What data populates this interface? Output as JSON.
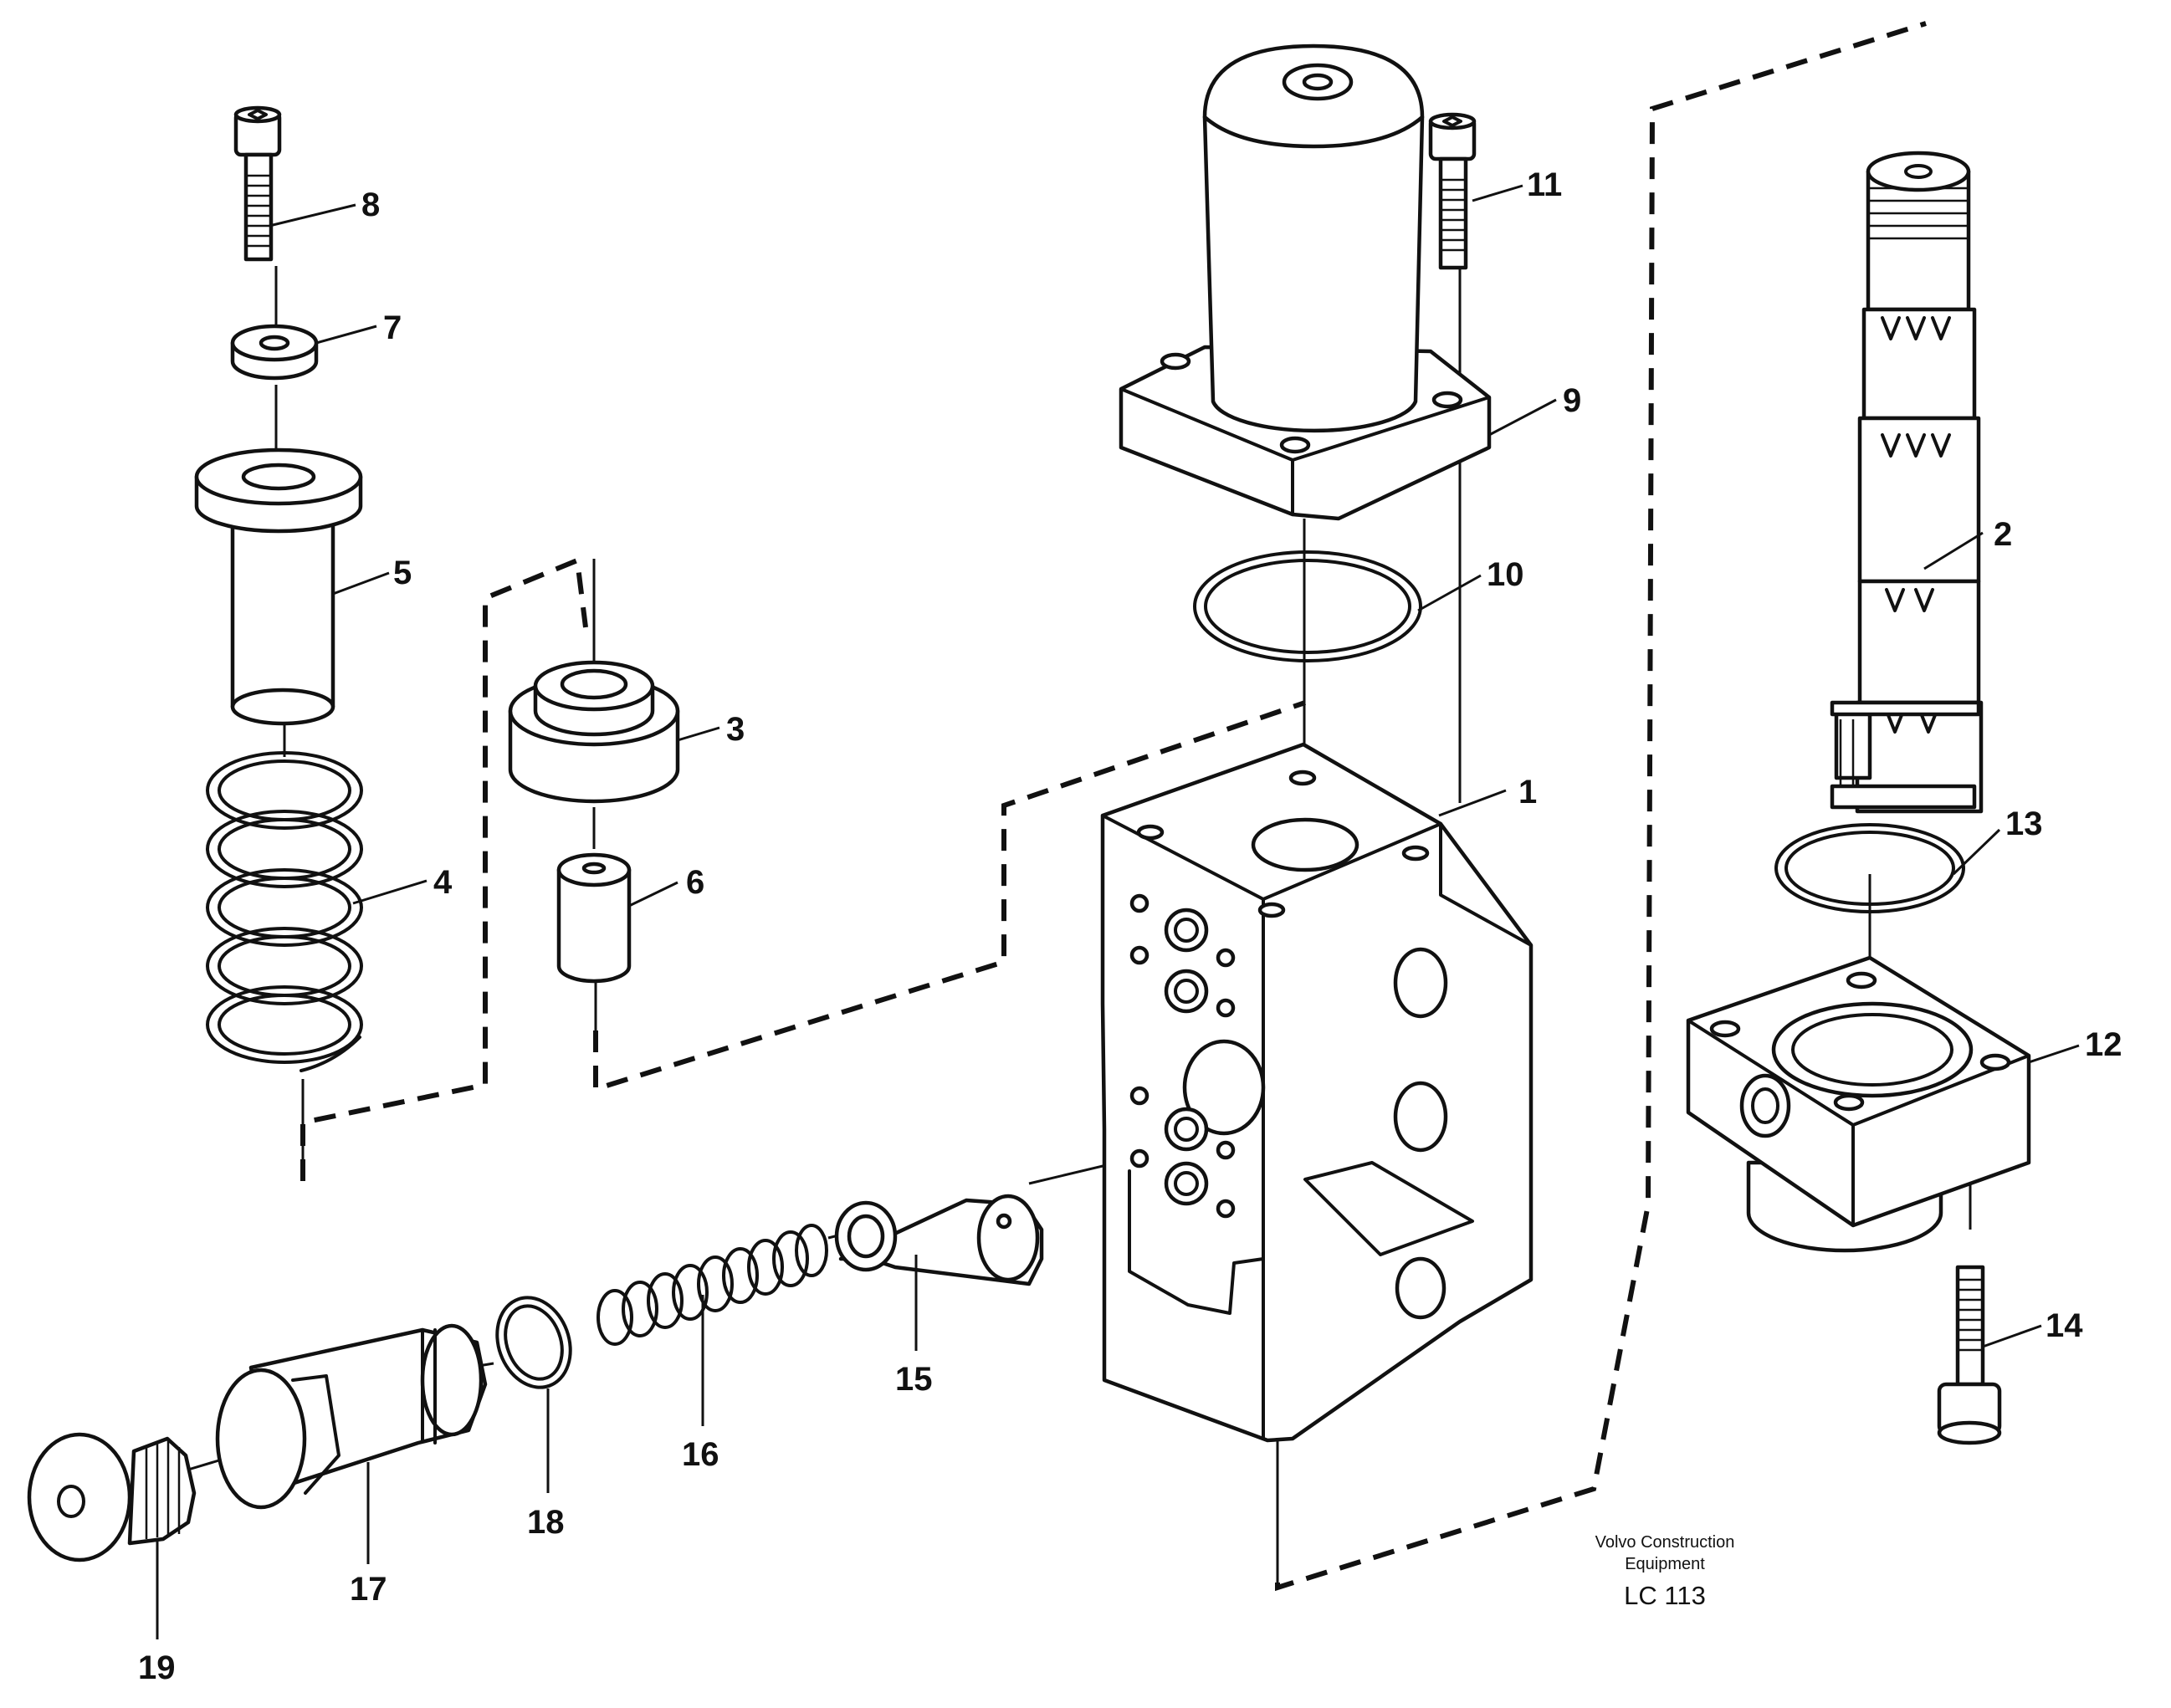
{
  "figure": {
    "callouts": [
      "1",
      "2",
      "3",
      "4",
      "5",
      "6",
      "7",
      "8",
      "9",
      "10",
      "11",
      "12",
      "13",
      "14",
      "15",
      "16",
      "17",
      "18",
      "19"
    ],
    "caption_line1": "Volvo Construction",
    "caption_line2": "Equipment",
    "code": "LC 113"
  }
}
